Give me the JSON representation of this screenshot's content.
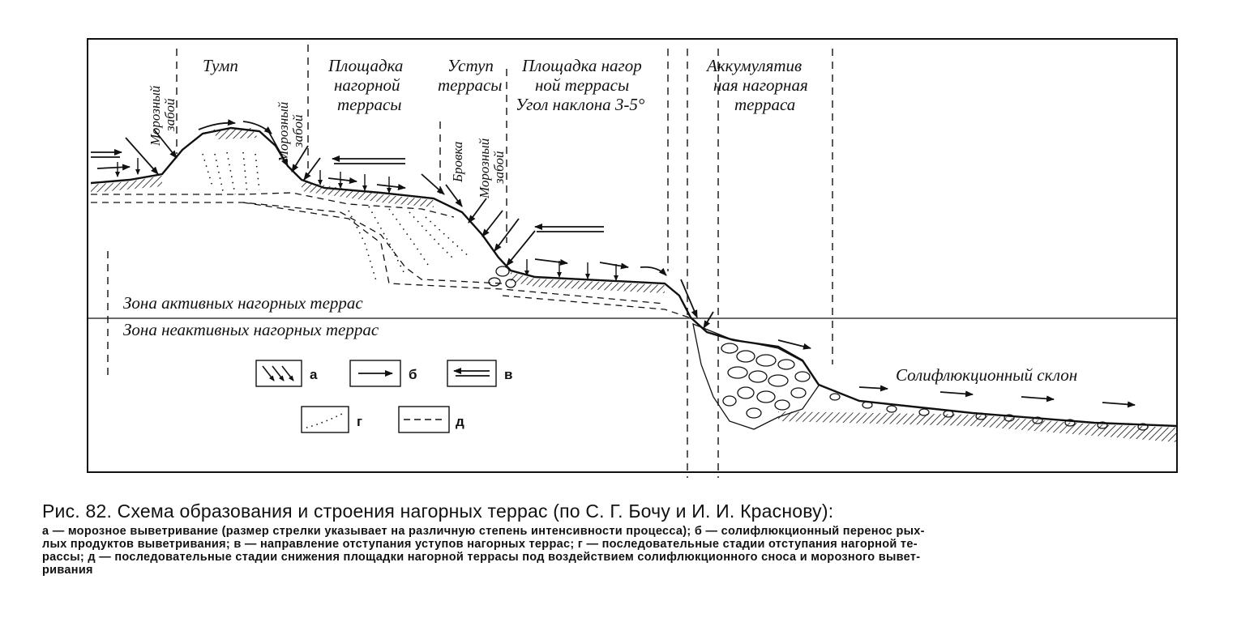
{
  "labels": {
    "moroz_zaboi": "Морозный",
    "zaboi": "забой",
    "tump": "Тумп",
    "ploshchadka_1": "Площадка",
    "ploshchadka_2": "нагорной",
    "ploshchadka_3": "террасы",
    "ustup_1": "Уступ",
    "ustup_2": "террасы",
    "plosh_nagor_1": "Площадка нагор",
    "plosh_nagor_2": "ной террасы",
    "plosh_nagor_3": "Угол наклона 3-5°",
    "akkum_1": "Аккумулятив",
    "akkum_2": "ная нагорная",
    "akkum_3": "терраса",
    "brovka": "Бровка",
    "zone_active": "Зона активных нагорных террас",
    "zone_inactive": "Зона неактивных нагорных террас",
    "solifl_slope": "Солифлюкционный склон"
  },
  "legend": {
    "a": "а",
    "b": "б",
    "v": "в",
    "g": "г",
    "d": "д"
  },
  "caption": {
    "title": "Рис. 82. Схема образования и строения нагорных террас (по С. Г. Бочу и И. И. Краснову):",
    "line1": "а — морозное выветривание (размер стрелки указывает на различную степень интенсивности процесса); б — солифлюкционный перенос рых-",
    "line2": "лых продуктов выветривания; в — направление отступания уступов нагорных террас; г — последовательные стадии отступания нагорной те-",
    "line3": "рассы; д — последовательные стадии снижения площадки нагорной террасы под воздействием солифлюкционного сноса и морозного вывет-",
    "line4": "ривания"
  }
}
